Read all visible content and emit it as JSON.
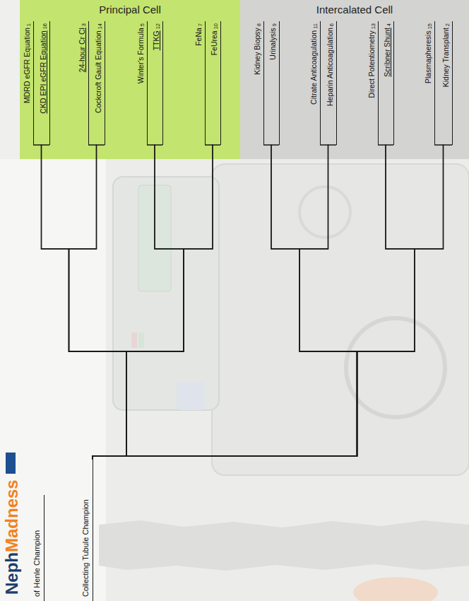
{
  "diagram": {
    "nodes": [
      {
        "text": [
          "Principal Cell"
        ]
      },
      {
        "text": [
          "MDRD eGFR Equation",
          "1"
        ],
        "in": 0
      },
      {
        "text": [
          "CKD EPI eGFR Equation",
          "16"
        ],
        "in": 0
      },
      {
        "text": [
          "24-hour Cr Cl",
          "3"
        ],
        "in": 0
      },
      {
        "text": [
          "Cockcroft Gault Equation",
          "14"
        ],
        "in": 0
      },
      {
        "text": [
          "Winter's Formula",
          "5"
        ],
        "in": 0
      },
      {
        "text": [
          "TTKG",
          "12"
        ],
        "in": 0
      },
      {
        "text": [
          "FeNa",
          "7"
        ],
        "in": 0
      },
      {
        "text": [
          "FeUrea",
          "10"
        ],
        "in": 0
      },
      {
        "text": [
          "Intercalated Cell"
        ]
      },
      {
        "text": [
          "Kidney Biopsy",
          "8"
        ],
        "in": 9
      },
      {
        "text": [
          "Urinalysis",
          "9"
        ],
        "in": 9
      },
      {
        "text": [
          "Citrate Anticoagulation",
          "11"
        ],
        "in": 9
      },
      {
        "text": [
          "Heparin Anticoagulation",
          "6"
        ],
        "in": 9
      },
      {
        "text": [
          "Direct Potentiometry",
          "13"
        ],
        "in": 9
      },
      {
        "text": [
          "Scribner Shunt",
          "4"
        ],
        "in": 9
      },
      {
        "text": [
          "Plasmapheresis",
          "15"
        ],
        "in": 9
      },
      {
        "text": [
          "Kidney Transplant",
          "2"
        ],
        "in": 9
      },
      {
        "text": [
          "of Henle Champion"
        ]
      },
      {
        "text": [
          "Collecting Tubule Champion"
        ]
      }
    ],
    "edges": [
      {
        "from": 1,
        "to": 19,
        "arrow": "none"
      },
      {
        "from": 2,
        "to": 19,
        "arrow": "none"
      },
      {
        "from": 3,
        "to": 19,
        "arrow": "none"
      },
      {
        "from": 4,
        "to": 19,
        "arrow": "none"
      },
      {
        "from": 5,
        "to": 19,
        "arrow": "none"
      },
      {
        "from": 6,
        "to": 19,
        "arrow": "none"
      },
      {
        "from": 7,
        "to": 19,
        "arrow": "none"
      },
      {
        "from": 8,
        "to": 19,
        "arrow": "none"
      },
      {
        "from": 10,
        "to": 19,
        "arrow": "none"
      },
      {
        "from": 11,
        "to": 19,
        "arrow": "none"
      },
      {
        "from": 12,
        "to": 19,
        "arrow": "none"
      },
      {
        "from": 13,
        "to": 19,
        "arrow": "none"
      },
      {
        "from": 14,
        "to": 19,
        "arrow": "none"
      },
      {
        "from": 15,
        "to": 19,
        "arrow": "none"
      },
      {
        "from": 16,
        "to": 19,
        "arrow": "none"
      },
      {
        "from": 17,
        "to": 19,
        "arrow": "none"
      }
    ],
    "labels": [
      "Neph",
      "Madness"
    ]
  }
}
